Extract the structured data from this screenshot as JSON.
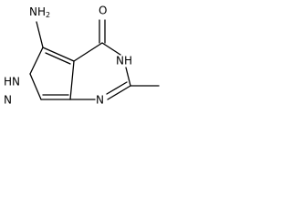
{
  "structure": {
    "labels": {
      "amino": "NH2",
      "amino_n": "NH",
      "amino_sub": "2",
      "carbonyl_o": "O",
      "ring_nh_top": "NH",
      "ring_nh_left": "HN",
      "left_n_bottom": "N",
      "ring_n_bottom": "N"
    },
    "colors": {
      "bond": "#000000",
      "text": "#000000",
      "background": "#ffffff"
    }
  }
}
